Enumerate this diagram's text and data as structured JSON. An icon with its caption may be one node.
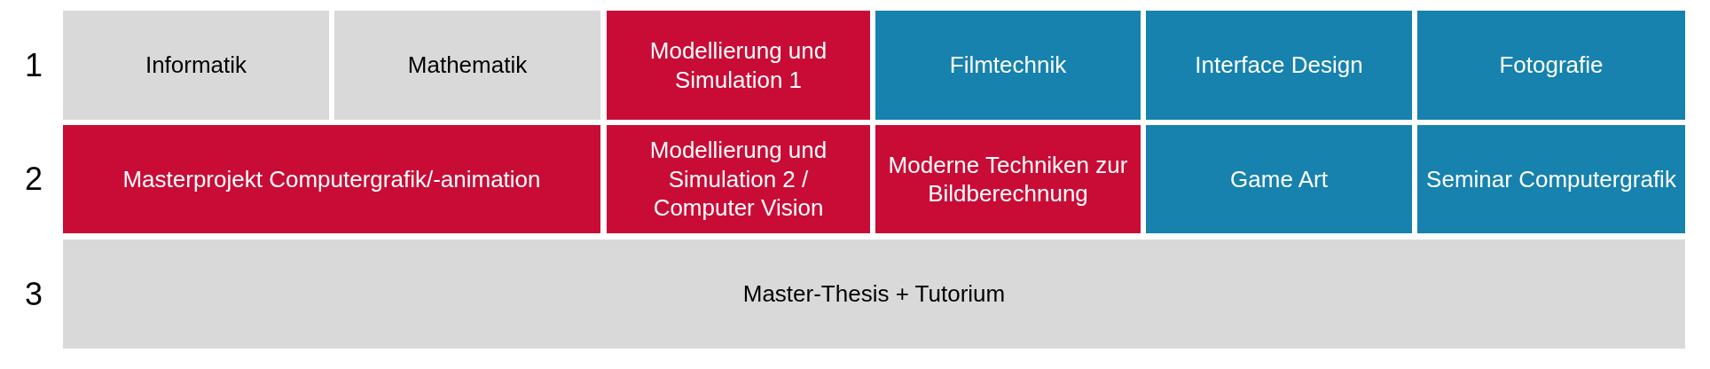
{
  "diagram": {
    "nodes": [
      {
        "text": [
          "Informatik"
        ]
      },
      {
        "text": [
          "Mathematik"
        ]
      },
      {
        "text": [
          "Modellierung und Simulation 1"
        ]
      },
      {
        "text": [
          "Filmtechnik"
        ]
      },
      {
        "text": [
          "Interface Design"
        ]
      },
      {
        "text": [
          "Fotografie"
        ]
      },
      {
        "text": [
          "Masterprojekt Computergrafik/-animation"
        ]
      },
      {
        "text": [
          "Modellierung und Simulation 2 / Computer Vision"
        ]
      },
      {
        "text": [
          "Moderne Techniken zur Bildberechnung"
        ]
      },
      {
        "text": [
          "Game Art"
        ]
      },
      {
        "text": [
          "Seminar Computergrafik"
        ]
      },
      {
        "text": [
          "Master-Thesis + Tutorium"
        ]
      }
    ],
    "edges": [],
    "labels": [
      "1",
      "2",
      "3"
    ]
  }
}
